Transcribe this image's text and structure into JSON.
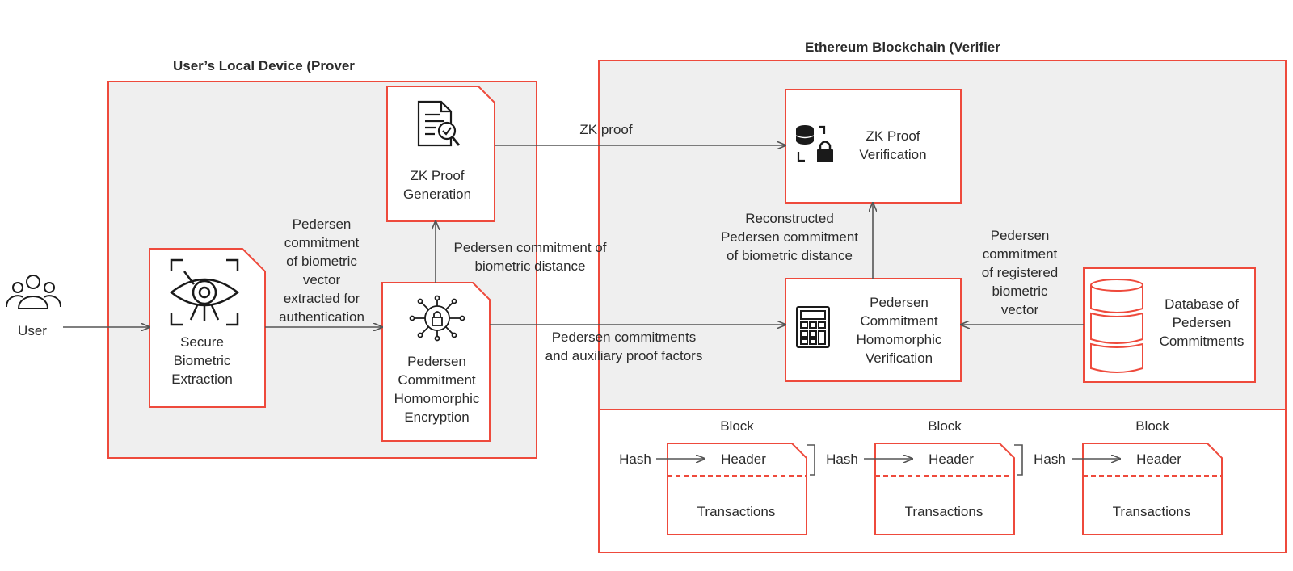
{
  "colors": {
    "accent": "#ee4a3c",
    "panel": "#efefef",
    "arrow": "#555555",
    "icon": "#1a1a1a"
  },
  "prover": {
    "title": "User’s Local Device (Prover"
  },
  "verifier": {
    "title": "Ethereum Blockchain (Verifier"
  },
  "user": {
    "label": "User",
    "icon": "users-icon"
  },
  "nodes": {
    "biometric": {
      "label": "Secure\nBiometric\nExtraction",
      "icon": "eye-scan-icon"
    },
    "encryption": {
      "label": "Pedersen\nCommitment\nHomomorphic\nEncryption",
      "icon": "lock-network-icon"
    },
    "proof_gen": {
      "label": "ZK Proof\nGeneration",
      "icon": "document-search-icon"
    },
    "proof_ver": {
      "label": "ZK Proof\nVerification",
      "icon": "database-lock-icon"
    },
    "hom_ver": {
      "label": "Pedersen\nCommitment\nHomomorphic\nVerification",
      "icon": "calculator-icon"
    },
    "database": {
      "label": "Database of\nPedersen\nCommitments",
      "icon": "database-icon"
    }
  },
  "edges": {
    "commit_vector": "Pedersen\ncommitment\nof biometric\nvector\nextracted for\nauthentication",
    "commit_distance": "Pedersen commitment of\nbiometric distance",
    "zk_proof": "ZK proof",
    "commitments_aux": "Pedersen commitments\nand auxiliary proof factors",
    "reconstructed": "Reconstructed\nPedersen commitment\nof biometric distance",
    "registered": "Pedersen\ncommitment\nof registered\nbiometric\nvector"
  },
  "blockchain": {
    "blocks": [
      {
        "title": "Block",
        "header": "Header",
        "body": "Transactions",
        "hash": "Hash"
      },
      {
        "title": "Block",
        "header": "Header",
        "body": "Transactions",
        "hash": "Hash"
      },
      {
        "title": "Block",
        "header": "Header",
        "body": "Transactions",
        "hash": "Hash"
      }
    ]
  }
}
